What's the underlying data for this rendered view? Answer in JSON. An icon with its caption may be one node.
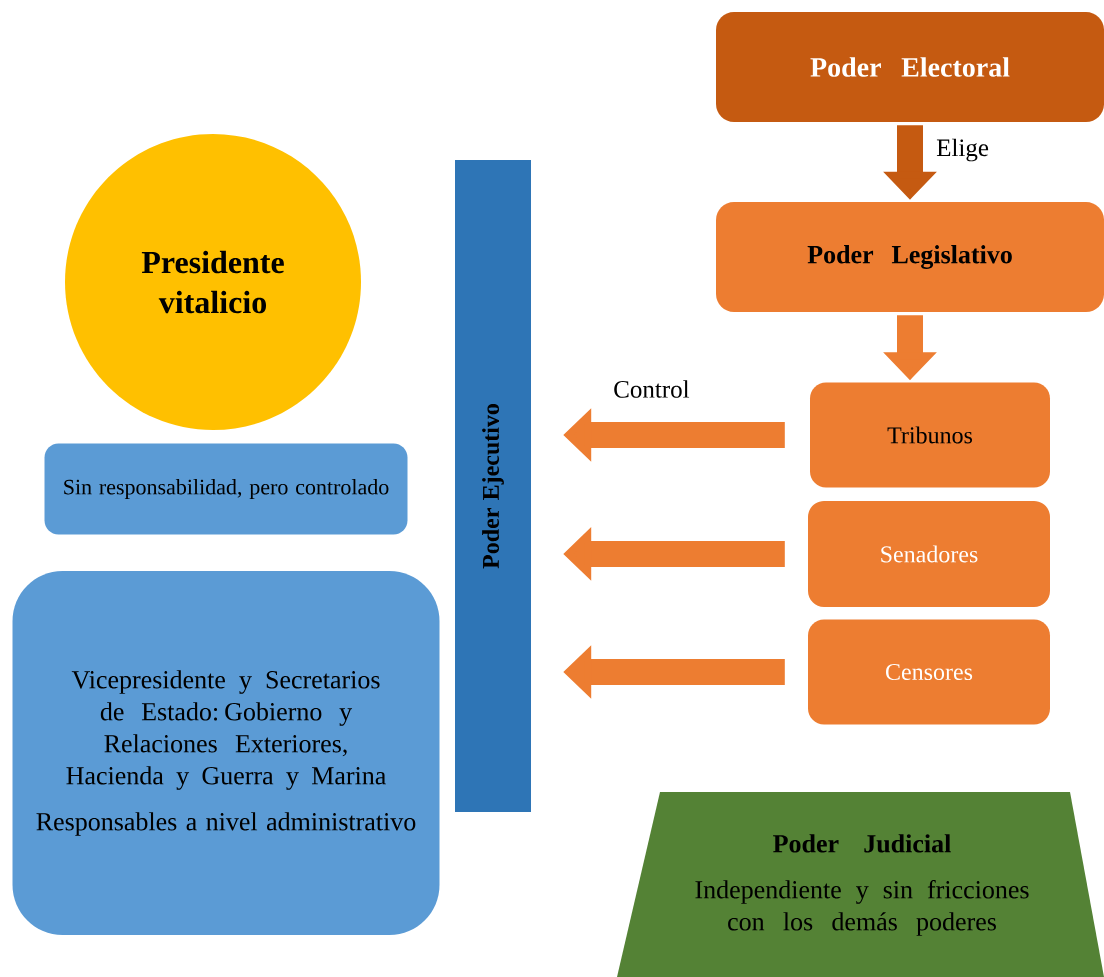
{
  "diagram": {
    "nodes": [
      {
        "text": [
          "Poder Electoral"
        ]
      },
      {
        "text": [
          "Poder Legislativo"
        ]
      },
      {
        "text": [
          "Tribunos"
        ]
      },
      {
        "text": [
          "Senadores"
        ]
      },
      {
        "text": [
          "Censores"
        ]
      },
      {
        "text": [
          "Poder Ejecutivo"
        ]
      },
      {
        "text": [
          "Presidente vitalicio"
        ]
      },
      {
        "text": [
          "Sin responsabilidad, pero controlado"
        ]
      },
      {
        "text": [
          "Vicepresidente y Secretarios de Estado: Gobierno y Relaciones Exteriores, Hacienda y Guerra y Marina",
          "Responsables a nivel administrativo"
        ]
      },
      {
        "text": [
          "Poder Judicial",
          "Independiente y sin fricciones con los demás poderes"
        ]
      }
    ],
    "edges": [
      {
        "from": 0,
        "to": 1,
        "arrow": "to",
        "label": "Elige",
        "color": "#c55a11"
      },
      {
        "from": 1,
        "to": 2,
        "arrow": "to"
      },
      {
        "from": 2,
        "to": 5,
        "arrow": "to",
        "label": "Control"
      },
      {
        "from": 3,
        "to": 5,
        "arrow": "to"
      },
      {
        "from": 4,
        "to": 5,
        "arrow": "to"
      }
    ]
  }
}
